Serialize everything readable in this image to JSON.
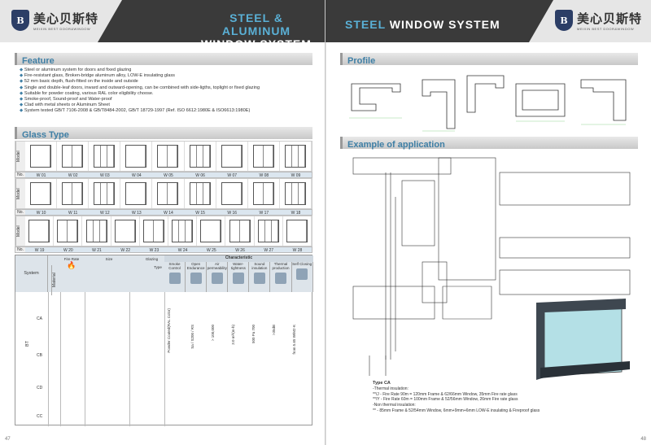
{
  "brand": {
    "name": "美心贝斯特",
    "sub": "MEIXIN BEST DOOR&WINDOW",
    "badge": "B"
  },
  "left": {
    "title_line1": "STEEL & ALUMINUM",
    "title_line2": "WINDOW SYSTEM",
    "feature_heading": "Feature",
    "features": [
      "Steel or aluminum system for doors and fixed glazing",
      "Fire-resistant glass, Broken-bridge aluminum alloy, LOW-E insulating glass",
      "52 mm basic depth, flush-fitted on the inside and outside",
      "Single and double-leaf doors, inward and outward-opening, can be combined with side-ligths, toplight or fixed glazing",
      "Suitable for powder coating, various RAL color eligibility choose.",
      "Smoke-proof, Sound-proof and Water-proof",
      "Clad with metal sheets or Aluminum Sheet",
      "System tested GB/T 7106-2008 & GB/T8484-2002, GB/T 18729-1997 (Ref. ISO 6612:1980E & ISO6613:1980E)"
    ],
    "glass_heading": "Glass Type",
    "row_label_model": "Model",
    "row_label_no": "No.",
    "glass_rows": [
      [
        "W 01",
        "W 02",
        "W 03",
        "W 04",
        "W 05",
        "W 06",
        "W 07",
        "W 08",
        "W 09"
      ],
      [
        "W 10",
        "W 11",
        "W 12",
        "W 13",
        "W 14",
        "W 15",
        "W 16",
        "W 17",
        "W 18"
      ],
      [
        "W 19",
        "W 20",
        "W 21",
        "W 22",
        "W 23",
        "W 24",
        "W 25",
        "W 26",
        "W 27",
        "W 28"
      ]
    ],
    "table": {
      "system": "System",
      "material": "Material",
      "fire_rate": "Fire Rate",
      "size": "Size",
      "glazing": "Glazing",
      "type": "Type",
      "characteristic": "Characteristic",
      "char_cols": [
        "Smoke Control",
        "Open Endurance",
        "Air permeability",
        "Water-tightness",
        "Sound insulation",
        "Thermal production",
        "Self Closing"
      ],
      "bt": "BT",
      "rows": [
        "CA",
        "CB",
        "CD",
        "CC"
      ],
      "vals": [
        "Sa / S200 / RS",
        "> 100,000",
        "3.0 m³/(m·h)",
        "500 Pa 700",
        ">35dB",
        "from 5.65 W/M2·K",
        "Powder Coated(RAL Color)"
      ]
    },
    "page_no": "47"
  },
  "right": {
    "title_a": "STEEL",
    "title_b": " WINDOW SYSTEM",
    "profile_heading": "Profile",
    "app_heading": "Example of application",
    "type_title": "Type CA",
    "type_lines": [
      "-Thermal insulation:",
      "**/J - Fire Rate 90m = 120mm Frame & 62/66mm Window, 35mm Fire rate glass",
      "**/Y - Fire Rate 60m = 100mm Frame & 52/56mm Window, 26mm Fire rate glass",
      "-Non thermal insulation:",
      "**  - 85mm Frame & 52/54mm Window, 6mm+9mm+6mm LOW-E insulating & Fireproof glass"
    ],
    "page_no": "48"
  }
}
